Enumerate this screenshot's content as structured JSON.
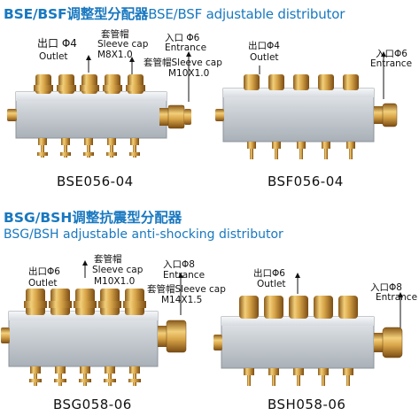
{
  "section1": {
    "title_cn": "BSE/BSF调整型分配器",
    "title_en": "BSE/BSF adjustable distributor",
    "bse": {
      "outlet_cn": "出口 Φ4",
      "outlet_en": "Outlet",
      "sleeve_cn": "套管帽",
      "sleeve_en": "Sleeve cap",
      "sleeve_spec": "M8X1.0",
      "entrance_cn": "入口 Φ6",
      "entrance_en": "Entrance",
      "entrance_sleeve": "套管帽Sleeve cap",
      "entrance_spec": "M10X1.0",
      "model": "BSE056-04"
    },
    "bsf": {
      "outlet_cn": "出口Φ4",
      "outlet_en": "Outlet",
      "entrance_cn": "入口Φ6",
      "entrance_en": "Entrance",
      "model": "BSF056-04"
    }
  },
  "section2": {
    "title_cn": "BSG/BSH调整抗震型分配器",
    "title_en": "BSG/BSH adjustable anti-shocking distributor",
    "bsg": {
      "outlet_cn": "出口Φ6",
      "outlet_en": "Outlet",
      "sleeve_cn": "套管帽",
      "sleeve_en": "Sleeve cap",
      "sleeve_spec": "M10X1.0",
      "entrance_cn": "入口Φ8",
      "entrance_en": "Entrance",
      "entrance_sleeve": "套管帽Sleeve cap",
      "entrance_spec": "M14X1.5",
      "model": "BSG058-06"
    },
    "bsh": {
      "outlet_cn": "出口Φ6",
      "outlet_en": "Outlet",
      "entrance_cn": "入口Φ8",
      "entrance_en": "Entrance",
      "model": "BSH058-06"
    }
  },
  "colors": {
    "heading": "#1878c0",
    "aluminum": "#c9ced4",
    "brass": "#c9973a"
  }
}
